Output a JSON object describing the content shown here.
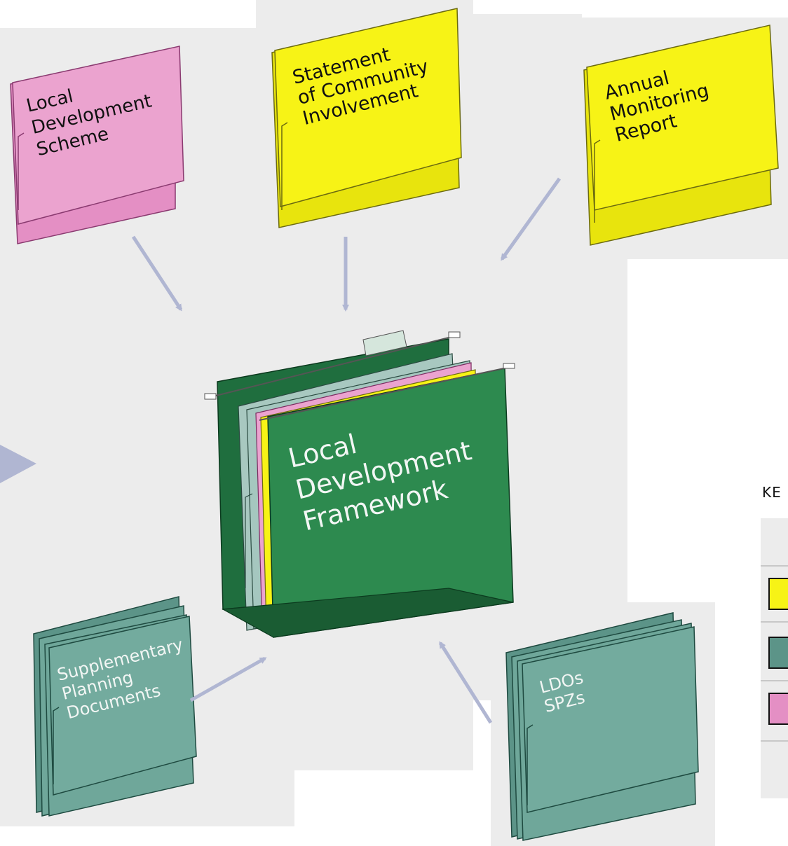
{
  "colors": {
    "background_panel": "#ececec",
    "yellow": "#f7f316",
    "pink": "#eba3cf",
    "teal": "#6fa79a",
    "green": "#2d8a4f",
    "arrow": "#b0b6d2"
  },
  "folders": {
    "lds": {
      "lines": [
        "Local",
        "Development",
        "Scheme"
      ]
    },
    "sci": {
      "lines": [
        "Statement",
        "of Community",
        "Involvement"
      ]
    },
    "amr": {
      "lines": [
        "Annual",
        "Monitoring",
        "Report"
      ]
    },
    "spd": {
      "lines": [
        "Supplementary",
        "Planning",
        "Documents"
      ]
    },
    "ldos": {
      "lines": [
        "LDOs",
        "SPZs"
      ]
    }
  },
  "center": {
    "lines": [
      "Local",
      "Development",
      "Framework"
    ]
  },
  "key": {
    "title": "KE",
    "swatches": [
      "yellow",
      "teal",
      "pink"
    ]
  },
  "arrows_shown": 6
}
